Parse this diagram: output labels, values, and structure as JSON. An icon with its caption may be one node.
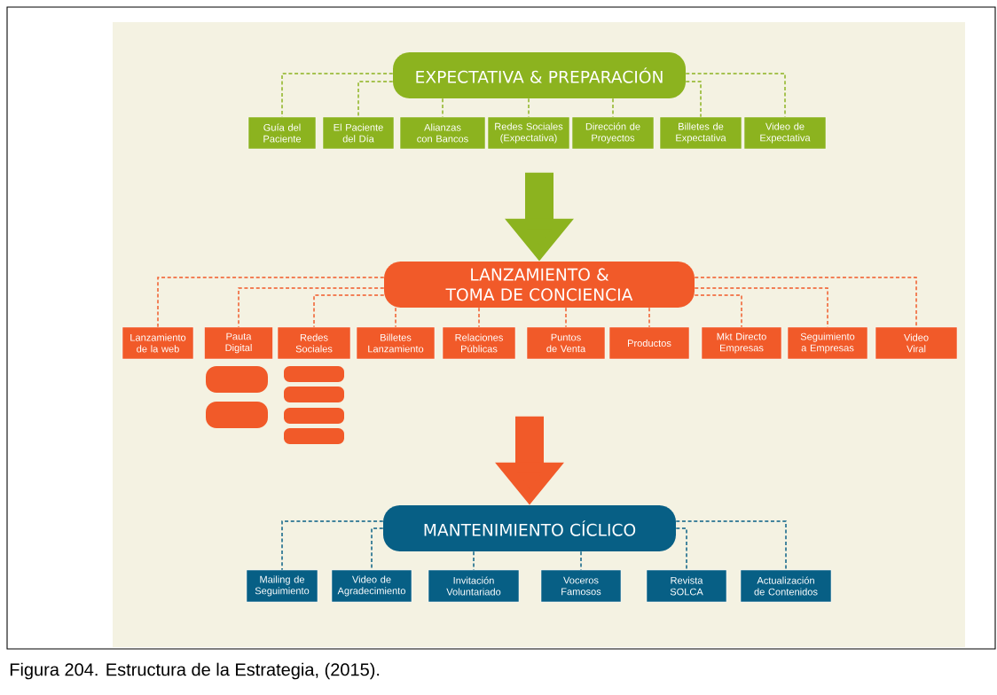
{
  "diagram": {
    "caption": "Figura 204. Estructura de la Estrategia, (2015).",
    "nodes": [
      {
        "text": [
          "EXPECTATIVA & PREPARACIÓN"
        ]
      },
      {
        "text": [
          "Guía del Paciente"
        ]
      },
      {
        "text": [
          "El Paciente del Día"
        ]
      },
      {
        "text": [
          "Alianzas con Bancos"
        ]
      },
      {
        "text": [
          "Redes Sociales (Expectativa)"
        ]
      },
      {
        "text": [
          "Dirección de Proyectos"
        ]
      },
      {
        "text": [
          "Billetes de Expectativa"
        ]
      },
      {
        "text": [
          "Video de Expectativa"
        ]
      },
      {
        "text": [
          "LANZAMIENTO & TOMA DE CONCIENCIA"
        ]
      },
      {
        "text": [
          "Lanzamiento de la web"
        ]
      },
      {
        "text": [
          "Pauta Digital"
        ]
      },
      {
        "text": [
          "Redes Sociales"
        ]
      },
      {
        "text": [
          "Billetes Lanzamiento"
        ]
      },
      {
        "text": [
          "Relaciones Públicas"
        ]
      },
      {
        "text": [
          "Puntos de Venta"
        ]
      },
      {
        "text": [
          "Productos"
        ]
      },
      {
        "text": [
          "Mkt Directo Empresas"
        ]
      },
      {
        "text": [
          "Seguimiento a Empresas"
        ]
      },
      {
        "text": [
          "Video Viral"
        ]
      },
      {
        "text": [],
        "shape": "box"
      },
      {
        "text": [],
        "shape": "box"
      },
      {
        "text": [],
        "shape": "box"
      },
      {
        "text": [],
        "shape": "box"
      },
      {
        "text": [],
        "shape": "box"
      },
      {
        "text": [],
        "shape": "box"
      },
      {
        "text": [
          "MANTENIMIENTO CÍCLICO"
        ]
      },
      {
        "text": [
          "Mailing de Seguimiento"
        ]
      },
      {
        "text": [
          "Video de Agradecimiento"
        ]
      },
      {
        "text": [
          "Invitación Voluntariado"
        ]
      },
      {
        "text": [
          "Voceros Famosos"
        ]
      },
      {
        "text": [
          "Revista SOLCA"
        ]
      },
      {
        "text": [
          "Actualización de Contenidos"
        ]
      }
    ],
    "edges": [
      {
        "from": 0,
        "to": 1,
        "arrow": "none",
        "style": "dashed",
        "color": "#8cb31f"
      },
      {
        "from": 0,
        "to": 2,
        "arrow": "none",
        "style": "dashed",
        "color": "#8cb31f"
      },
      {
        "from": 0,
        "to": 3,
        "arrow": "none",
        "style": "dashed",
        "color": "#8cb31f"
      },
      {
        "from": 0,
        "to": 4,
        "arrow": "none",
        "style": "dashed",
        "color": "#8cb31f"
      },
      {
        "from": 0,
        "to": 5,
        "arrow": "none",
        "style": "dashed",
        "color": "#8cb31f"
      },
      {
        "from": 0,
        "to": 6,
        "arrow": "none",
        "style": "dashed",
        "color": "#8cb31f"
      },
      {
        "from": 0,
        "to": 7,
        "arrow": "none",
        "style": "dashed",
        "color": "#8cb31f"
      },
      {
        "from": null,
        "to": 8,
        "arrow": "to",
        "style": "thick",
        "color": "#8cb31f"
      },
      {
        "from": 8,
        "to": 9,
        "arrow": "none",
        "style": "dashed",
        "color": "#f15a29"
      },
      {
        "from": 8,
        "to": 10,
        "arrow": "none",
        "style": "dashed",
        "color": "#f15a29"
      },
      {
        "from": 8,
        "to": 11,
        "arrow": "none",
        "style": "dashed",
        "color": "#f15a29"
      },
      {
        "from": 8,
        "to": 12,
        "arrow": "none",
        "style": "dashed",
        "color": "#f15a29"
      },
      {
        "from": 8,
        "to": 13,
        "arrow": "none",
        "style": "dashed",
        "color": "#f15a29"
      },
      {
        "from": 8,
        "to": 14,
        "arrow": "none",
        "style": "dashed",
        "color": "#f15a29"
      },
      {
        "from": 8,
        "to": 15,
        "arrow": "none",
        "style": "dashed",
        "color": "#f15a29"
      },
      {
        "from": 8,
        "to": 16,
        "arrow": "none",
        "style": "dashed",
        "color": "#f15a29"
      },
      {
        "from": 8,
        "to": 17,
        "arrow": "none",
        "style": "dashed",
        "color": "#f15a29"
      },
      {
        "from": 8,
        "to": 18,
        "arrow": "none",
        "style": "dashed",
        "color": "#f15a29"
      },
      {
        "from": null,
        "to": 25,
        "arrow": "to",
        "style": "thick",
        "color": "#f15a29"
      },
      {
        "from": 25,
        "to": 26,
        "arrow": "none",
        "style": "dashed",
        "color": "#075f85"
      },
      {
        "from": 25,
        "to": 27,
        "arrow": "none",
        "style": "dashed",
        "color": "#075f85"
      },
      {
        "from": 25,
        "to": 28,
        "arrow": "none",
        "style": "dashed",
        "color": "#075f85"
      },
      {
        "from": 25,
        "to": 29,
        "arrow": "none",
        "style": "dashed",
        "color": "#075f85"
      },
      {
        "from": 25,
        "to": 30,
        "arrow": "none",
        "style": "dashed",
        "color": "#075f85"
      },
      {
        "from": 25,
        "to": 31,
        "arrow": "none",
        "style": "dashed",
        "color": "#075f85"
      }
    ]
  }
}
